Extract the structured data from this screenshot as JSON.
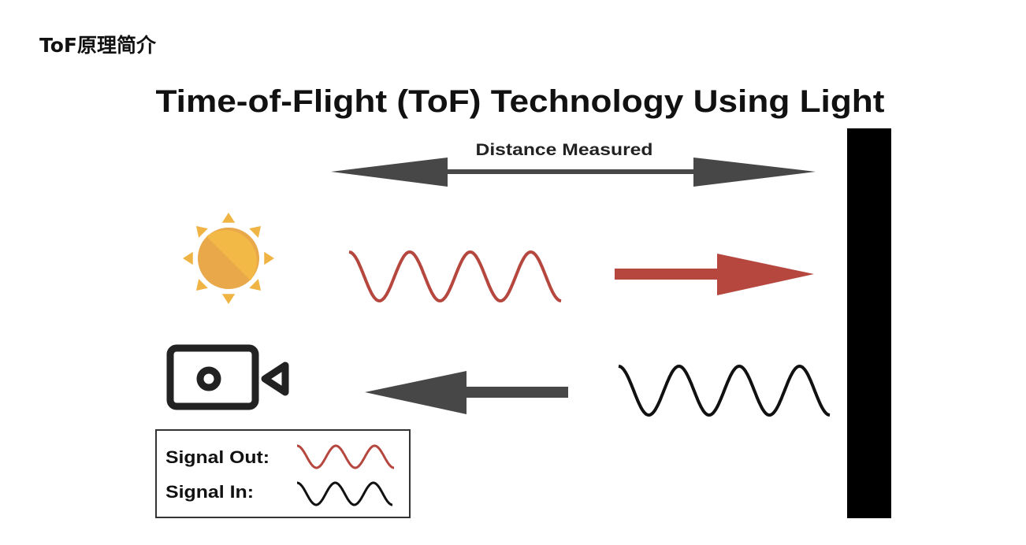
{
  "page_heading": "ToF原理简介",
  "diagram": {
    "title": "Time-of-Flight (ToF) Technology Using Light",
    "distance_label": "Distance Measured",
    "legend": {
      "signal_out": "Signal Out:",
      "signal_in": "Signal In:"
    },
    "colors": {
      "signal_out": "#b5473f",
      "signal_in": "#111111",
      "arrow_gray": "#474747",
      "sun": "#f0b445",
      "wall": "#000000"
    },
    "icons": [
      "sun-icon",
      "camera-icon"
    ]
  }
}
